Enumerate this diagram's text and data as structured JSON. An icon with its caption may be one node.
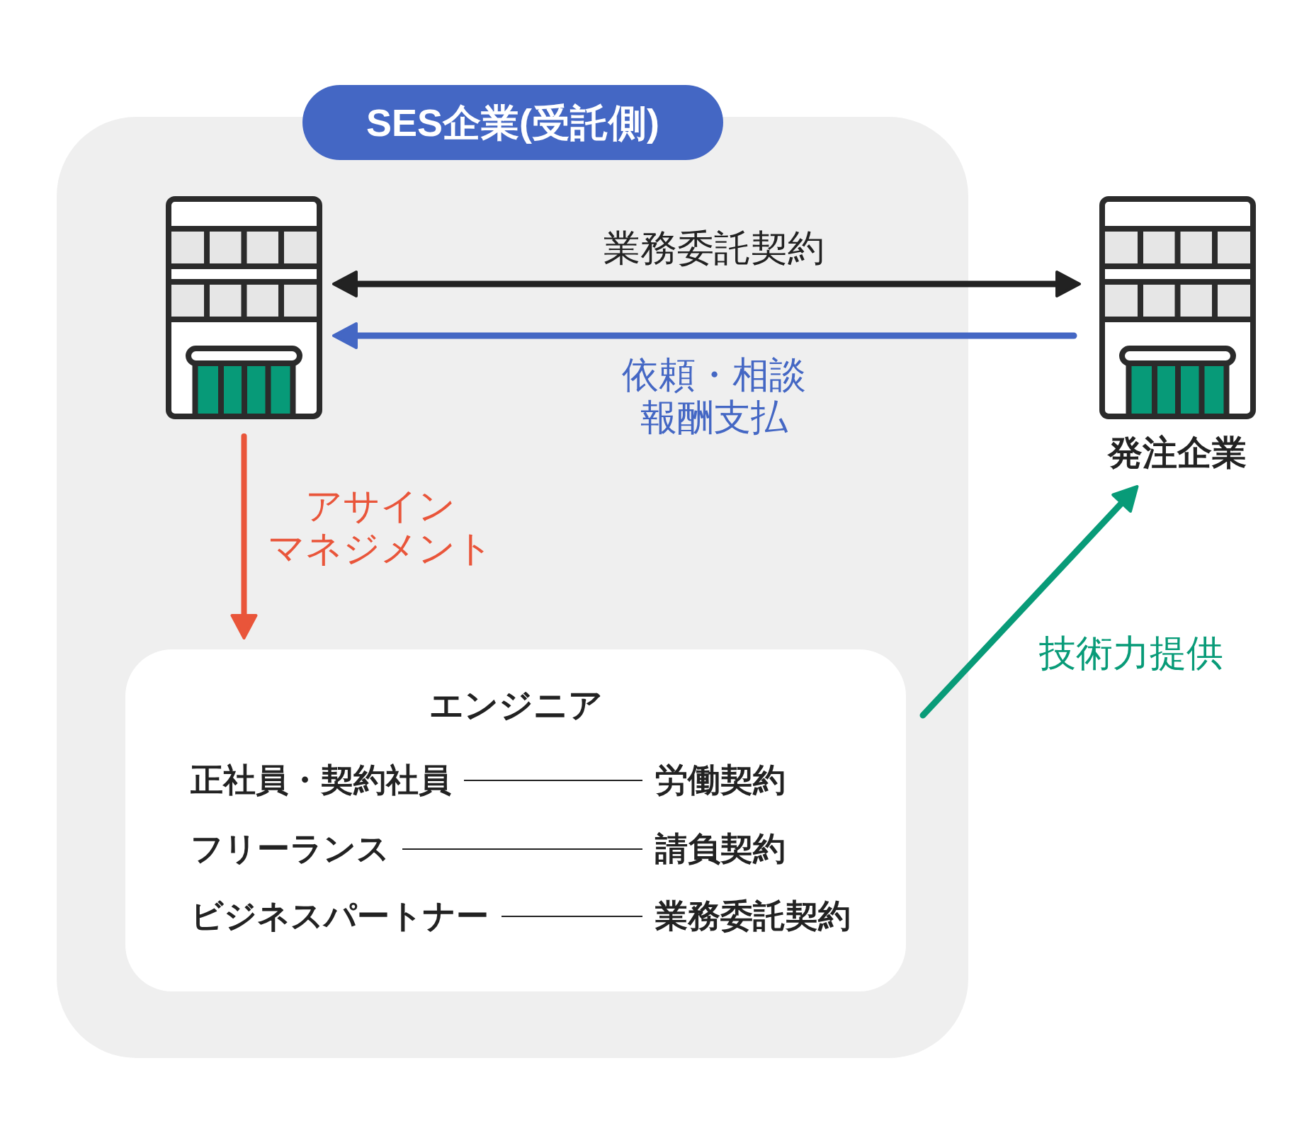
{
  "diagram": {
    "nodes": [
      {
        "text": [
          "SES企業(受託側)"
        ]
      },
      {
        "text": [],
        "shape": "picture",
        "in": 0
      },
      {
        "text": [
          "発注企業"
        ]
      },
      {
        "text": [
          "エンジニア"
        ],
        "in": 0
      },
      {
        "text": [
          "正社員・契約社員"
        ],
        "in": 3
      },
      {
        "text": [
          "労働契約"
        ],
        "in": 3
      },
      {
        "text": [
          "フリーランス"
        ],
        "in": 3
      },
      {
        "text": [
          "請負契約"
        ],
        "in": 3
      },
      {
        "text": [
          "ビジネスパートナー"
        ],
        "in": 3
      },
      {
        "text": [
          "業務委託契約"
        ],
        "in": 3
      }
    ],
    "edges": [
      {
        "from": 1,
        "to": 2,
        "arrow": "both",
        "label": "業務委託契約"
      },
      {
        "from": 2,
        "to": 1,
        "arrow": "to",
        "label": "依頼・相談報酬支払",
        "color": "#4467c4"
      },
      {
        "from": 1,
        "to": 3,
        "arrow": "to",
        "label": "アサインマネジメント",
        "color": "#e9553a"
      },
      {
        "from": 3,
        "to": 2,
        "arrow": "to",
        "label": "技術力提供",
        "color": "#089b78"
      },
      {
        "from": 4,
        "to": 5,
        "arrow": "none"
      },
      {
        "from": 6,
        "to": 7,
        "arrow": "none"
      },
      {
        "from": 8,
        "to": 9,
        "arrow": "none"
      }
    ]
  }
}
